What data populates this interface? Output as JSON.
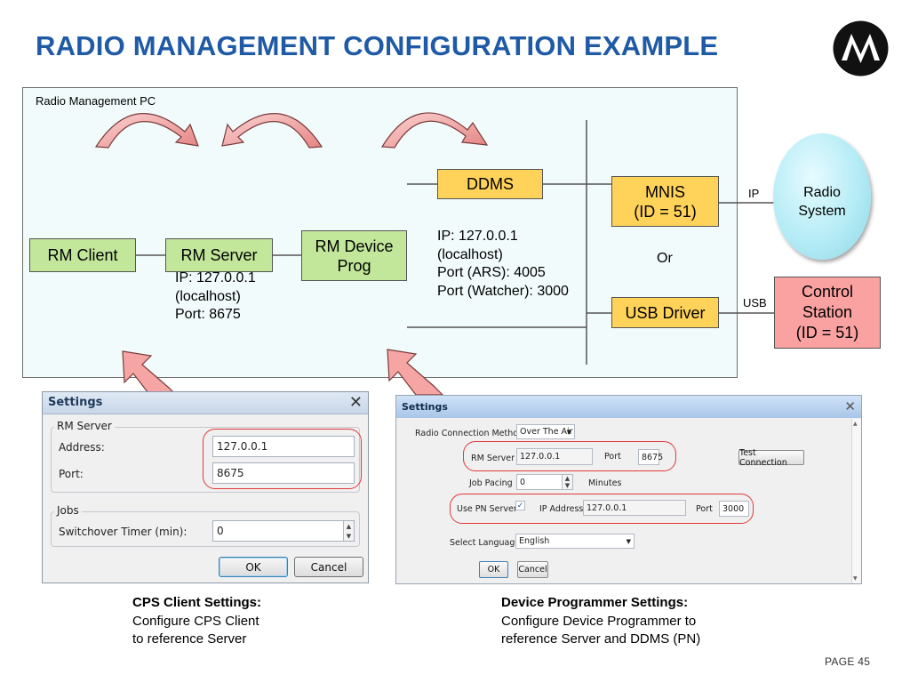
{
  "title": "RADIO MANAGEMENT CONFIGURATION EXAMPLE",
  "diagram": {
    "pc_label": "Radio Management PC",
    "rm_client": "RM Client",
    "rm_server": "RM Server",
    "rm_server_info": "IP: 127.0.0.1\n(localhost)\nPort: 8675",
    "rm_device_prog": "RM Device\nProg",
    "ddms": "DDMS",
    "ddms_info": "IP: 127.0.0.1\n(localhost)\nPort (ARS): 4005\nPort (Watcher): 3000",
    "mnis": "MNIS\n(ID = 51)",
    "or_label": "Or",
    "usb_driver": "USB Driver",
    "ip_label": "IP",
    "usb_label": "USB",
    "radio_system": "Radio\nSystem",
    "control_station": "Control\nStation\n(ID  = 51)",
    "colors": {
      "green_box": "#c2e69a",
      "yellow_box": "#ffd25a",
      "pink_box": "#f9a2a1",
      "arrow_fill": "#f5a5a4",
      "title": "#1f5aa6"
    }
  },
  "dialog_client": {
    "title": "Settings",
    "group_rm": "RM Server",
    "address_label": "Address:",
    "address_value": "127.0.0.1",
    "port_label": "Port:",
    "port_value": "8675",
    "group_jobs": "Jobs",
    "timer_label": "Switchover Timer (min):",
    "timer_value": "0",
    "ok": "OK",
    "cancel": "Cancel"
  },
  "dialog_devprog": {
    "title": "Settings",
    "conn_method_label": "Radio Connection Method",
    "conn_method_value": "Over The Air",
    "rm_server_label": "RM Server",
    "rm_server_value": "127.0.0.1",
    "port_label": "Port",
    "port_value": "8675",
    "test_connection": "Test Connection",
    "job_pacing_label": "Job Pacing",
    "job_pacing_value": "0",
    "minutes_label": "Minutes",
    "use_pn_label": "Use PN Server",
    "use_pn_checked": "✓",
    "ip_address_label": "IP Address",
    "ip_address_value": "127.0.0.1",
    "pn_port_label": "Port",
    "pn_port_value": "3000",
    "language_label": "Select Language",
    "language_value": "English",
    "ok": "OK",
    "cancel": "Cancel"
  },
  "captions": {
    "client_title": "CPS Client Settings:",
    "client_body": "Configure CPS Client\nto reference Server",
    "devprog_title": "Device Programmer Settings:",
    "devprog_body": "Configure Device Programmer to\nreference Server and DDMS (PN)"
  },
  "page_number": "PAGE 45"
}
